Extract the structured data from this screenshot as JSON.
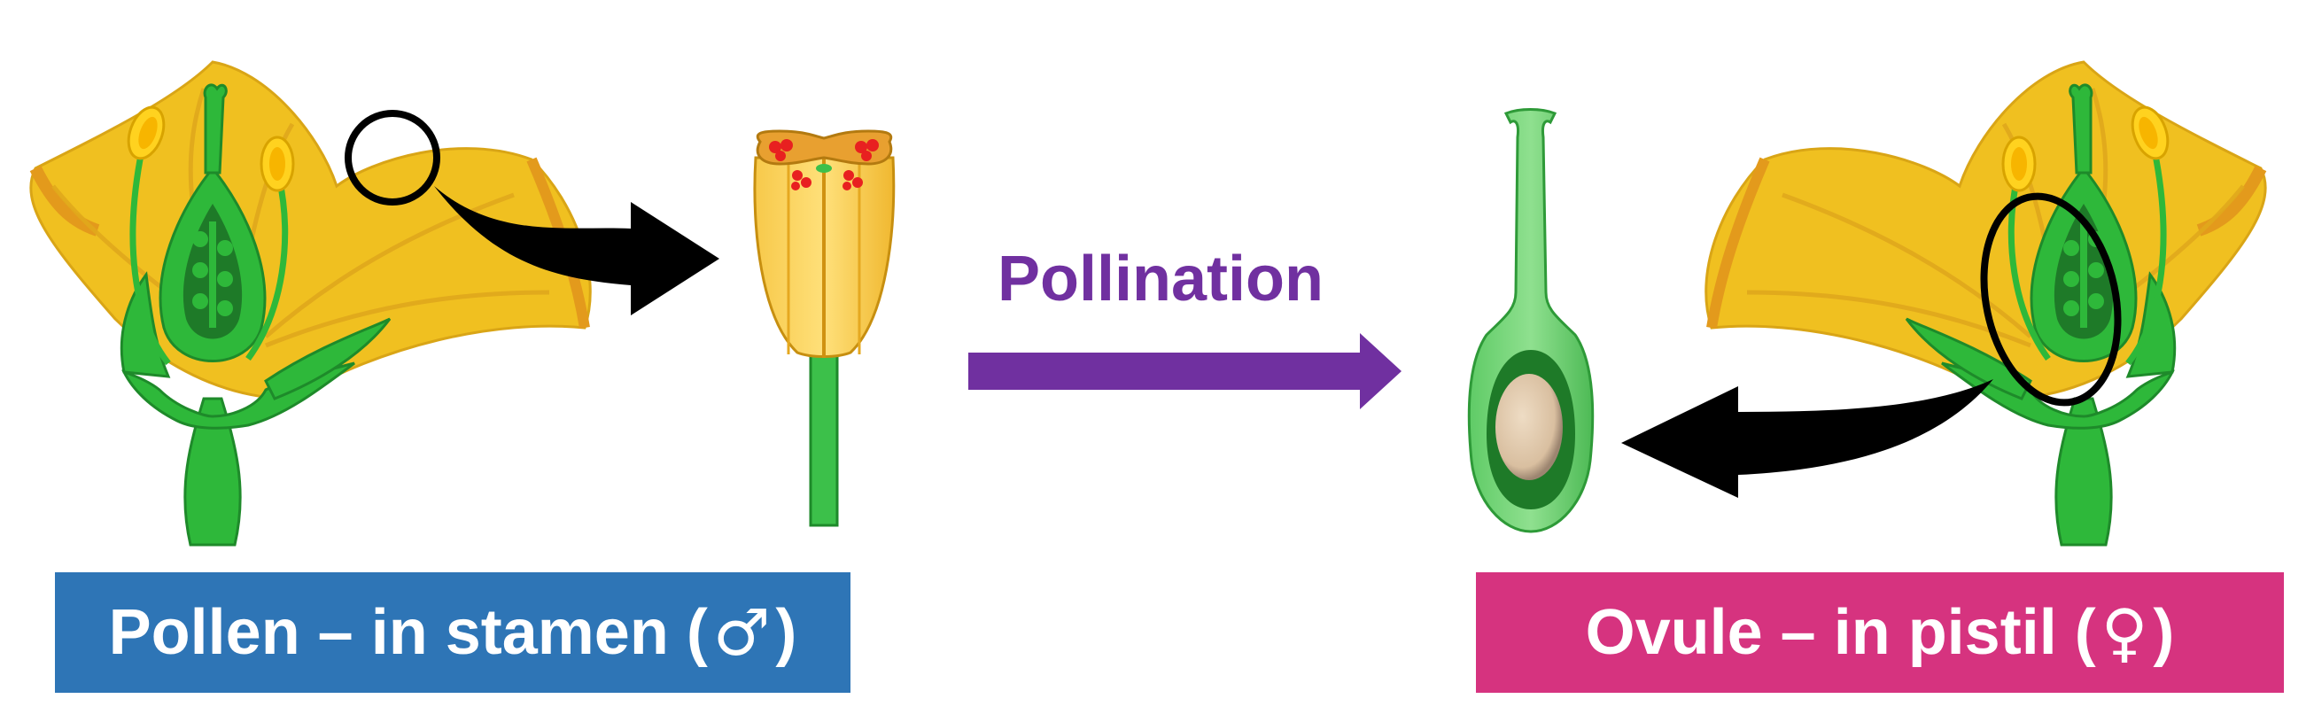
{
  "labels": {
    "pollination": "Pollination",
    "pollen": {
      "prefix": "Pollen – in stamen (",
      "symbol": "♂",
      "suffix": ")"
    },
    "ovule": {
      "prefix": "Ovule – in pistil (",
      "symbol": "♀",
      "suffix": ")"
    }
  },
  "colors": {
    "pollen_box": "#2E75B6",
    "ovule_box": "#D6337F",
    "pollination": "#7030A0",
    "petal": "#F0C020",
    "petal_edge": "#E39A1C",
    "green": "#2EB83A",
    "dark_green": "#1E7A28",
    "anther": "#FFD21F",
    "pollen_grain": "#E82020",
    "ovule": "#E6CDB0"
  },
  "icons": [
    "flower-cross-section-icon",
    "stamen-icon",
    "pistil-icon",
    "ovule-icon",
    "arrow-icon"
  ]
}
